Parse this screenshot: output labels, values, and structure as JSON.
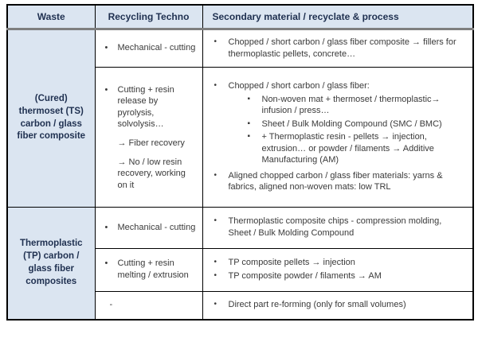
{
  "glyphs": {
    "bullet": "•",
    "square_bullet": "▪"
  },
  "colors": {
    "header_bg": "#dbe5f1",
    "waste_col_bg": "#dbe5f1",
    "border": "#000000",
    "header_divider": "#7f7f7f",
    "heading_text": "#1f3050",
    "body_text": "#3a3a3a"
  },
  "table": {
    "header": {
      "waste": "Waste",
      "techno": "Recycling Techno",
      "process": "Secondary material / recyclate & process"
    },
    "ts": {
      "waste": "(Cured) thermoset (TS) carbon / glass fiber composite",
      "row1": {
        "techno": "Mechanical - cutting",
        "process": "Chopped / short carbon / glass fiber composite → fillers for thermoplastic pellets, concrete…"
      },
      "row2": {
        "techno_bullet": "Cutting + resin release by pyrolysis, solvolysis…",
        "techno_arrow1": "→ Fiber recovery",
        "techno_arrow2": "→ No / low resin recovery, working on it",
        "process_bullet1": "Chopped / short carbon / glass fiber:",
        "process_sub1": "Non-woven mat + thermoset / thermoplastic→ infusion / press…",
        "process_sub2": "Sheet / Bulk Molding Compound (SMC / BMC)",
        "process_sub3": "+ Thermoplastic resin - pellets → injection, extrusion… or powder / filaments →  Additive Manufacturing (AM)",
        "process_bullet2": "Aligned chopped carbon / glass fiber materials: yarns & fabrics, aligned non-woven mats: low TRL"
      }
    },
    "tp": {
      "waste": "Thermoplastic (TP) carbon / glass fiber composites",
      "row1": {
        "techno": "Mechanical - cutting",
        "process": "Thermoplastic composite chips - compression molding, Sheet / Bulk Molding Compound"
      },
      "row2": {
        "techno": "Cutting + resin melting / extrusion",
        "process1": "TP composite pellets → injection",
        "process2": "TP composite powder / filaments → AM"
      },
      "row3": {
        "techno": "-",
        "process": "Direct part re-forming (only for small volumes)"
      }
    }
  }
}
